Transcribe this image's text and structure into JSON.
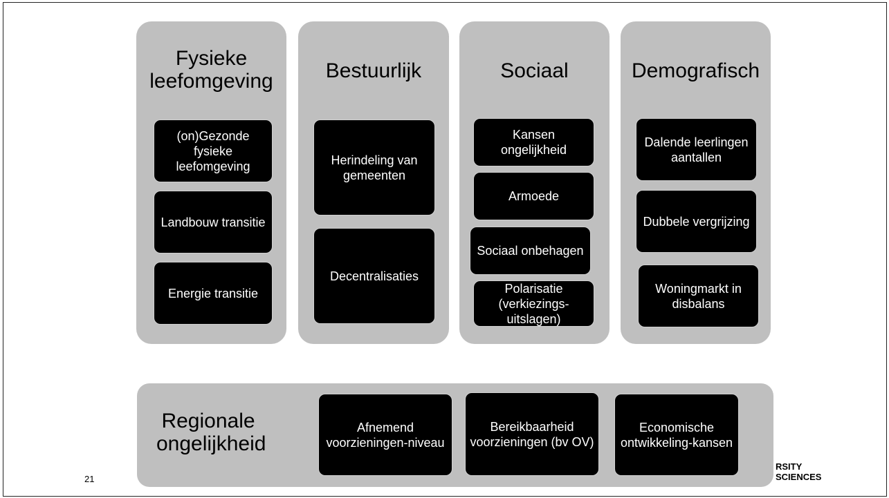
{
  "columns": [
    {
      "title": "Fysieke leefomgeving",
      "items": [
        "(on)Gezonde fysieke leefomgeving",
        "Landbouw transitie",
        "Energie transitie"
      ]
    },
    {
      "title": "Bestuurlijk",
      "items": [
        "Herindeling van gemeenten",
        "Decentralisaties"
      ]
    },
    {
      "title": "Sociaal",
      "items": [
        "Kansen ongelijkheid",
        "Armoede",
        "Sociaal onbehagen",
        "Polarisatie (verkiezings-uitslagen)"
      ]
    },
    {
      "title": "Demografisch",
      "items": [
        "Dalende leerlingen aantallen",
        "Dubbele vergrijzing",
        "Woningmarkt in disbalans"
      ]
    }
  ],
  "regional": {
    "title": "Regionale ongelijkheid",
    "items": [
      "Afnemend voorzieningen-niveau",
      "Bereikbaarheid voorzieningen (bv OV)",
      "Economische ontwikkeling-kansen"
    ]
  },
  "footer": {
    "page_number": "21",
    "logo_line1": "RSITY",
    "logo_line2": "SCIENCES"
  }
}
